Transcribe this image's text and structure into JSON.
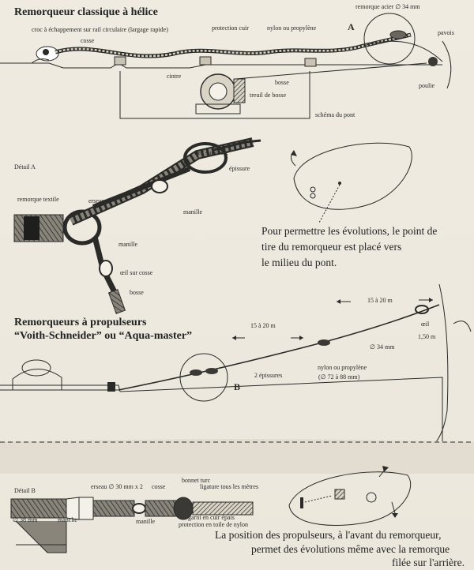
{
  "section1": {
    "title": "Remorqueur classique à hélice",
    "labels": {
      "croc": "croc à échappement sur rail circulaire (largage rapide)",
      "cosse": "cosse",
      "protection": "protection cuir",
      "nylon": "nylon ou propylène",
      "remorque_acier": "remorque acier ∅ 34 mm",
      "pavois": "pavois",
      "marker_a": "A",
      "cintre": "cintre",
      "bosse": "bosse",
      "treuil": "treuil de bosse",
      "poulie": "poulie",
      "schema": "schéma du pont"
    }
  },
  "detailA": {
    "title": "Détail A",
    "labels": {
      "oeil_sur_cosse_top": "œil sur cosse",
      "epissure": "épissure",
      "remorque_textile": "remorque textile",
      "erseau": "erseau",
      "manille_1": "manille",
      "manille_2": "manille",
      "oeil_sur_cosse_bottom": "œil sur cosse",
      "bosse": "bosse"
    }
  },
  "note1": {
    "lines": [
      "Pour permettre les évolutions, le point de",
      "tire du remorqueur est placé vers",
      "le milieu du pont."
    ]
  },
  "section2": {
    "title_line1": "Remorqueurs à propulseurs",
    "title_line2": "“Voith-Schneider” ou “Aqua-master”",
    "labels": {
      "dist1": "15 à 20 m",
      "dist2": "15 à 20 m",
      "oeil": "œil",
      "oeil_len": "1,50 m",
      "diam": "∅ 34 mm",
      "epissures": "2 épissures",
      "nylon_line1": "nylon ou propylène",
      "nylon_line2": "(∅ 72 à 88 mm)",
      "marker_b": "B"
    }
  },
  "detailB": {
    "title": "Détail B",
    "labels": {
      "erseau": "erseau ∅ 30 mm x 2",
      "cosse": "cosse",
      "bonnet_turc": "bonnet turc",
      "ligature": "ligature tous les mètres",
      "diam_38": "∅ 38 mm",
      "manche": "manche",
      "manille": "manille",
      "garni_line1": "garni en cuir épais",
      "garni_line2": "protection en toile de nylon"
    }
  },
  "note2": {
    "lines": [
      "La position des propulseurs, à l'avant du remorqueur,",
      "permet des évolutions même avec la remorque",
      "filée sur l'arrière."
    ]
  }
}
